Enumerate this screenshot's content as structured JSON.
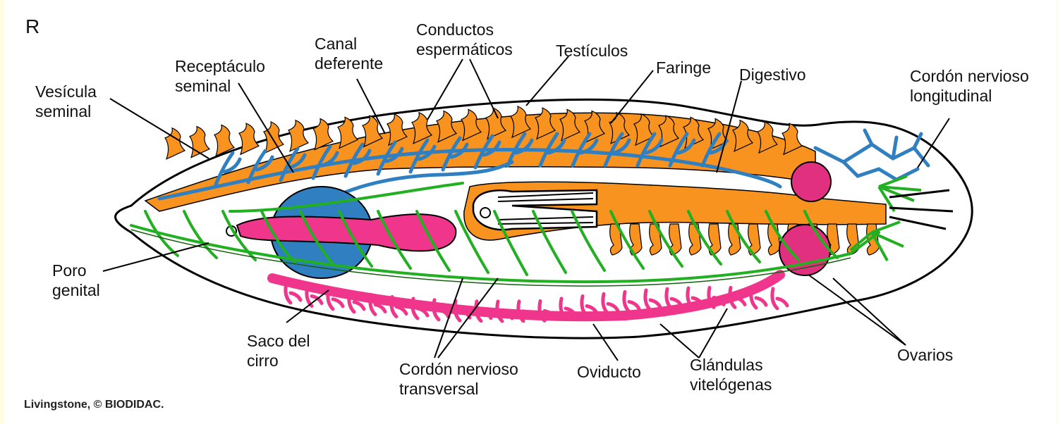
{
  "corner_letter": "R",
  "credit": "Livingstone, © BIODIDAC.",
  "labels": {
    "vesicula_seminal": [
      "Vesícula",
      "seminal"
    ],
    "receptaculo_seminal": [
      "Receptáculo",
      "seminal"
    ],
    "canal_deferente": [
      "Canal",
      "deferente"
    ],
    "conductos_espermaticos": [
      "Conductos",
      "espermáticos"
    ],
    "testiculos": "Testículos",
    "faringe": "Faringe",
    "digestivo": "Digestivo",
    "cordon_longitudinal": [
      "Cordón nervioso",
      "longitudinal"
    ],
    "poro_genital": [
      "Poro",
      "genital"
    ],
    "saco_cirro": [
      "Saco del",
      "cirro"
    ],
    "cordon_transversal": [
      "Cordón nervioso",
      "transversal"
    ],
    "oviducto": "Oviducto",
    "glandulas": [
      "Glándulas",
      "vitelógenas"
    ],
    "ovarios": "Ovarios"
  },
  "colors": {
    "outline": "#000000",
    "digestive": "#f7931e",
    "male_ducts": "#2f7fc1",
    "female_organs": "#f0358c",
    "nerves": "#22b022",
    "background_frame": "#fffde0"
  }
}
